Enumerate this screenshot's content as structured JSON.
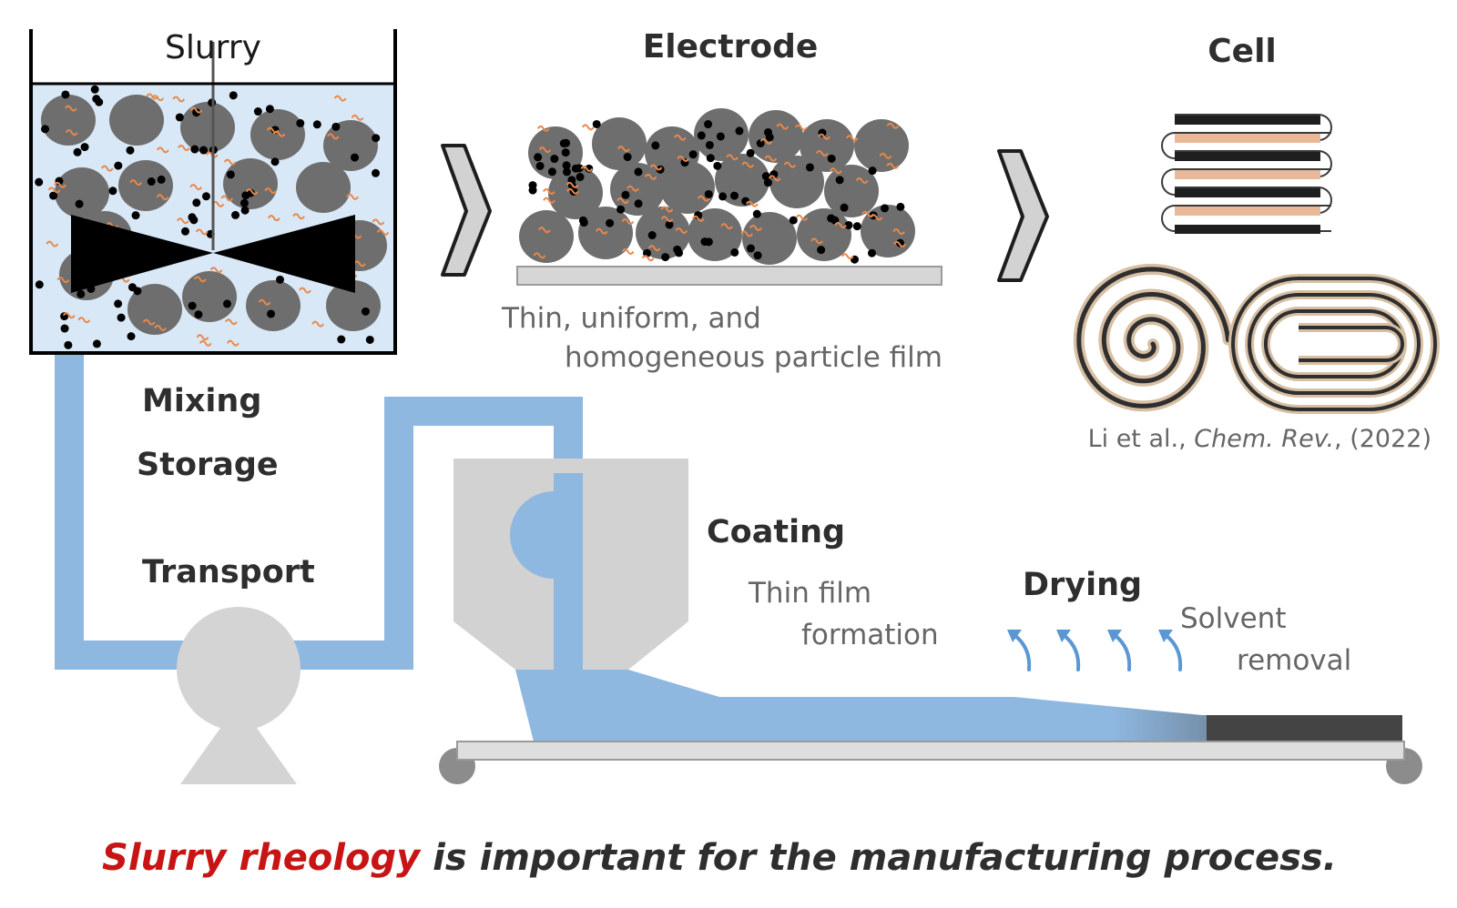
{
  "labels": {
    "slurry": "Slurry",
    "electrode": "Electrode",
    "cell": "Cell",
    "film_line1": "Thin, uniform, and",
    "film_line2": "homogeneous particle film",
    "citation_prefix": "Li et al., ",
    "citation_journal": "Chem. Rev.",
    "citation_suffix": ", (2022)",
    "mixing": "Mixing",
    "storage": "Storage",
    "transport": "Transport",
    "coating": "Coating",
    "coating_sub1": "Thin film",
    "coating_sub2": "formation",
    "drying": "Drying",
    "drying_sub1": "Solvent",
    "drying_sub2": "removal"
  },
  "caption": {
    "highlight": "Slurry rheology",
    "rest": " is important for the manufacturing process."
  },
  "colors": {
    "slurry_blue": "#8fb8e0",
    "particle_gray": "#6e6e6e",
    "binder_orange": "#e9884a",
    "equipment_gray": "#d4d4d4",
    "caption_red": "#c81414",
    "caption_dark": "#2e2e2e",
    "dried_film": "#444444"
  },
  "icons": [
    "impeller-icon",
    "chevron-right-icon",
    "pump-icon",
    "coater-head-icon",
    "vapor-arrow-icon",
    "stacked-cell-icon",
    "jelly-roll-icon",
    "flat-wound-cell-icon"
  ]
}
